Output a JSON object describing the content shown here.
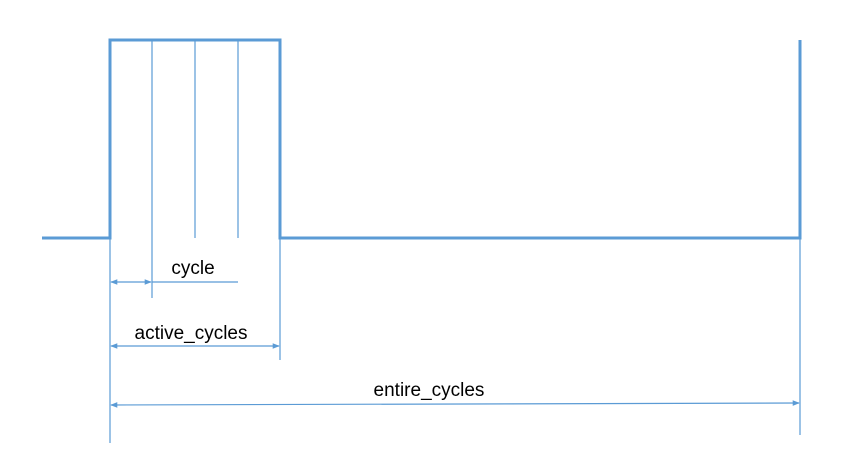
{
  "labels": {
    "cycle": "cycle",
    "active": "active_cycles",
    "entire": "entire_cycles"
  },
  "colors": {
    "signal": "#5b9bd5",
    "guide": "#5b9bd5",
    "arrow": "#5b9bd5",
    "text": "#000000"
  }
}
